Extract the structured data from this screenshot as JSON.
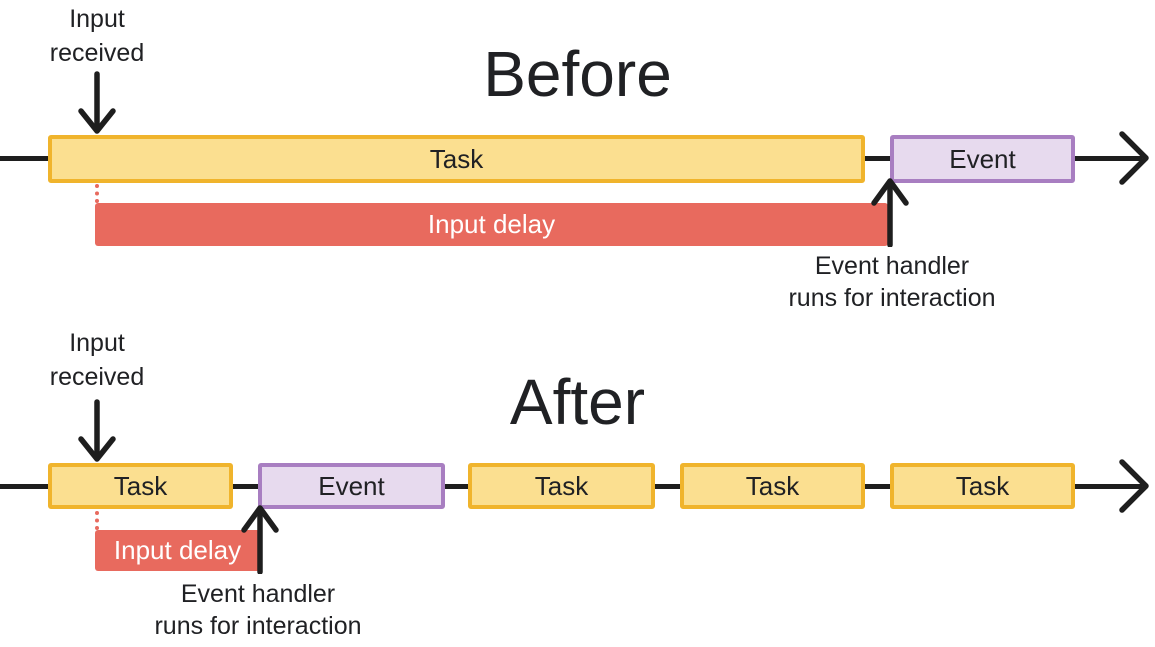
{
  "before": {
    "title": "Before",
    "input_label_line1": "Input",
    "input_label_line2": "received",
    "bars": [
      {
        "type": "task",
        "label": "Task"
      },
      {
        "type": "event",
        "label": "Event"
      }
    ],
    "input_delay_label": "Input delay",
    "handler_line1": "Event handler",
    "handler_line2": "runs for interaction"
  },
  "after": {
    "title": "After",
    "input_label_line1": "Input",
    "input_label_line2": "received",
    "bars": [
      {
        "type": "task",
        "label": "Task"
      },
      {
        "type": "event",
        "label": "Event"
      },
      {
        "type": "task",
        "label": "Task"
      },
      {
        "type": "task",
        "label": "Task"
      },
      {
        "type": "task",
        "label": "Task"
      }
    ],
    "input_delay_label": "Input delay",
    "handler_line1": "Event handler",
    "handler_line2": "runs for interaction"
  },
  "colors": {
    "task_fill": "#FBDF90",
    "task_border": "#F0B42C",
    "event_fill": "#E7DAEE",
    "event_border": "#A87EC1",
    "input_delay_red": "#E86A5E",
    "timeline_black": "#1E1E1E",
    "text": "#202124",
    "delay_text_white": "#FFFFFF"
  }
}
